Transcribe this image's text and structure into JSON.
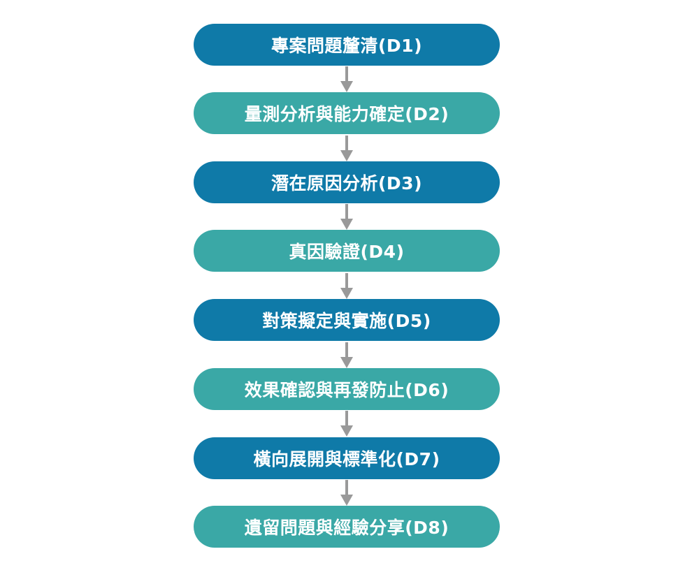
{
  "steps": [
    {
      "label": "專案問題釐清(D1)",
      "color": "#0f7aa8"
    },
    {
      "label": "量測分析與能力確定(D2)",
      "color": "#3aa8a6"
    },
    {
      "label": "潛在原因分析(D3)",
      "color": "#0f7aa8"
    },
    {
      "label": "真因驗證(D4)",
      "color": "#3aa8a6"
    },
    {
      "label": "對策擬定與實施(D5)",
      "color": "#0f7aa8"
    },
    {
      "label": "效果確認與再發防止(D6)",
      "color": "#3aa8a6"
    },
    {
      "label": "橫向展開與標準化(D7)",
      "color": "#0f7aa8"
    },
    {
      "label": "遺留問題與經驗分享(D8)",
      "color": "#3aa8a6"
    }
  ],
  "arrow_color": "#999999"
}
